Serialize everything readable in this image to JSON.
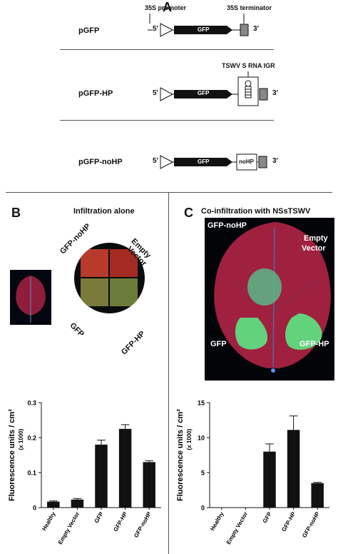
{
  "panelA": {
    "letter": "A",
    "promoter_label": "35S promoter",
    "terminator_label": "35S terminator",
    "igr_label": "TSWV S RNA IGR",
    "constructs": [
      {
        "name": "pGFP",
        "gene": "GFP",
        "five": "5'",
        "three": "3'"
      },
      {
        "name": "pGFP-HP",
        "gene": "GFP",
        "five": "5'",
        "three": "3'"
      },
      {
        "name": "pGFP-noHP",
        "gene": "GFP",
        "five": "5'",
        "three": "3'",
        "insert": "noHP"
      }
    ]
  },
  "panelB": {
    "letter": "B",
    "title": "Infiltration alone",
    "quadrants": {
      "tl": "GFP-noHP",
      "tr_1": "Empty",
      "tr_2": "Vector",
      "bl": "GFP",
      "br": "GFP-HP"
    }
  },
  "panelC": {
    "letter": "C",
    "title": "Co-infiltration with NSsTSWV",
    "leaf_labels": {
      "tl": "GFP-noHP",
      "tr_1": "Empty",
      "tr_2": "Vector",
      "bl": "GFP",
      "br": "GFP-HP"
    }
  },
  "colors": {
    "bar": "#111111",
    "leaf": "#a0203f",
    "gfp": "#5fd27a"
  },
  "chart_data": [
    {
      "type": "bar",
      "categories": [
        "Healthy",
        "Empty Vector",
        "GFP",
        "GFP-HP",
        "GFP-noHP"
      ],
      "values": [
        0.017,
        0.023,
        0.18,
        0.225,
        0.13
      ],
      "errors": [
        0.002,
        0.003,
        0.013,
        0.012,
        0.004
      ],
      "ylabel": "Fluorescence units / cm²",
      "ylabel_sub": "(x 1000)",
      "ylim": [
        0,
        0.3
      ],
      "yticks": [
        "0",
        "0.1",
        "0.2",
        "0.3"
      ],
      "ytick_values": [
        0,
        0.1,
        0.2,
        0.3
      ]
    },
    {
      "type": "bar",
      "categories": [
        "Healthy",
        "Empty Vector",
        "GFP",
        "GFP-HP",
        "GFP-noHP"
      ],
      "values": [
        0,
        0,
        8.0,
        11.1,
        3.5
      ],
      "errors": [
        0,
        0,
        1.1,
        2.0,
        0.1
      ],
      "ylabel": "Fluorescence units / cm²",
      "ylabel_sub": "(x 1000)",
      "ylim": [
        0,
        15
      ],
      "yticks": [
        "0",
        "5",
        "10",
        "15"
      ],
      "ytick_values": [
        0,
        5,
        10,
        15
      ]
    }
  ]
}
